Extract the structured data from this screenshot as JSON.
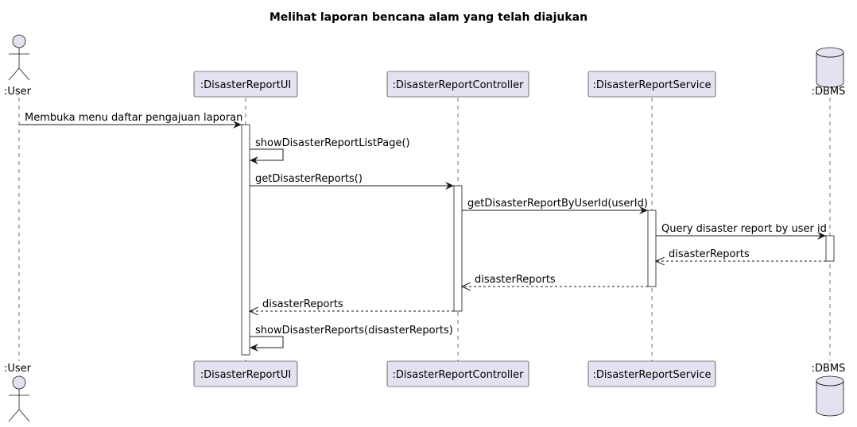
{
  "diagram": {
    "title": "Melihat laporan bencana alam yang telah diajukan",
    "participants": [
      {
        "id": "user",
        "label": ":User",
        "kind": "actor"
      },
      {
        "id": "ui",
        "label": ":DisasterReportUI",
        "kind": "participant"
      },
      {
        "id": "controller",
        "label": ":DisasterReportController",
        "kind": "participant"
      },
      {
        "id": "service",
        "label": ":DisasterReportService",
        "kind": "participant"
      },
      {
        "id": "dbms",
        "label": ":DBMS",
        "kind": "database"
      }
    ],
    "messages": [
      {
        "from": "user",
        "to": "ui",
        "label": "Membuka menu daftar pengajuan laporan",
        "type": "sync"
      },
      {
        "from": "ui",
        "to": "ui",
        "label": "showDisasterReportListPage()",
        "type": "self"
      },
      {
        "from": "ui",
        "to": "controller",
        "label": "getDisasterReports()",
        "type": "sync"
      },
      {
        "from": "controller",
        "to": "service",
        "label": "getDisasterReportByUserId(userId)",
        "type": "sync"
      },
      {
        "from": "service",
        "to": "dbms",
        "label": "Query disaster report by user id",
        "type": "sync"
      },
      {
        "from": "dbms",
        "to": "service",
        "label": "disasterReports",
        "type": "return"
      },
      {
        "from": "service",
        "to": "controller",
        "label": "disasterReports",
        "type": "return"
      },
      {
        "from": "controller",
        "to": "ui",
        "label": "disasterReports",
        "type": "return"
      },
      {
        "from": "ui",
        "to": "ui",
        "label": "showDisasterReports(disasterReports)",
        "type": "self"
      }
    ],
    "colors": {
      "participant_fill": "#e2e2f0",
      "participant_border": "#181818",
      "lifeline": "#181818",
      "activation_fill": "#ffffff",
      "arrow": "#181818"
    }
  }
}
